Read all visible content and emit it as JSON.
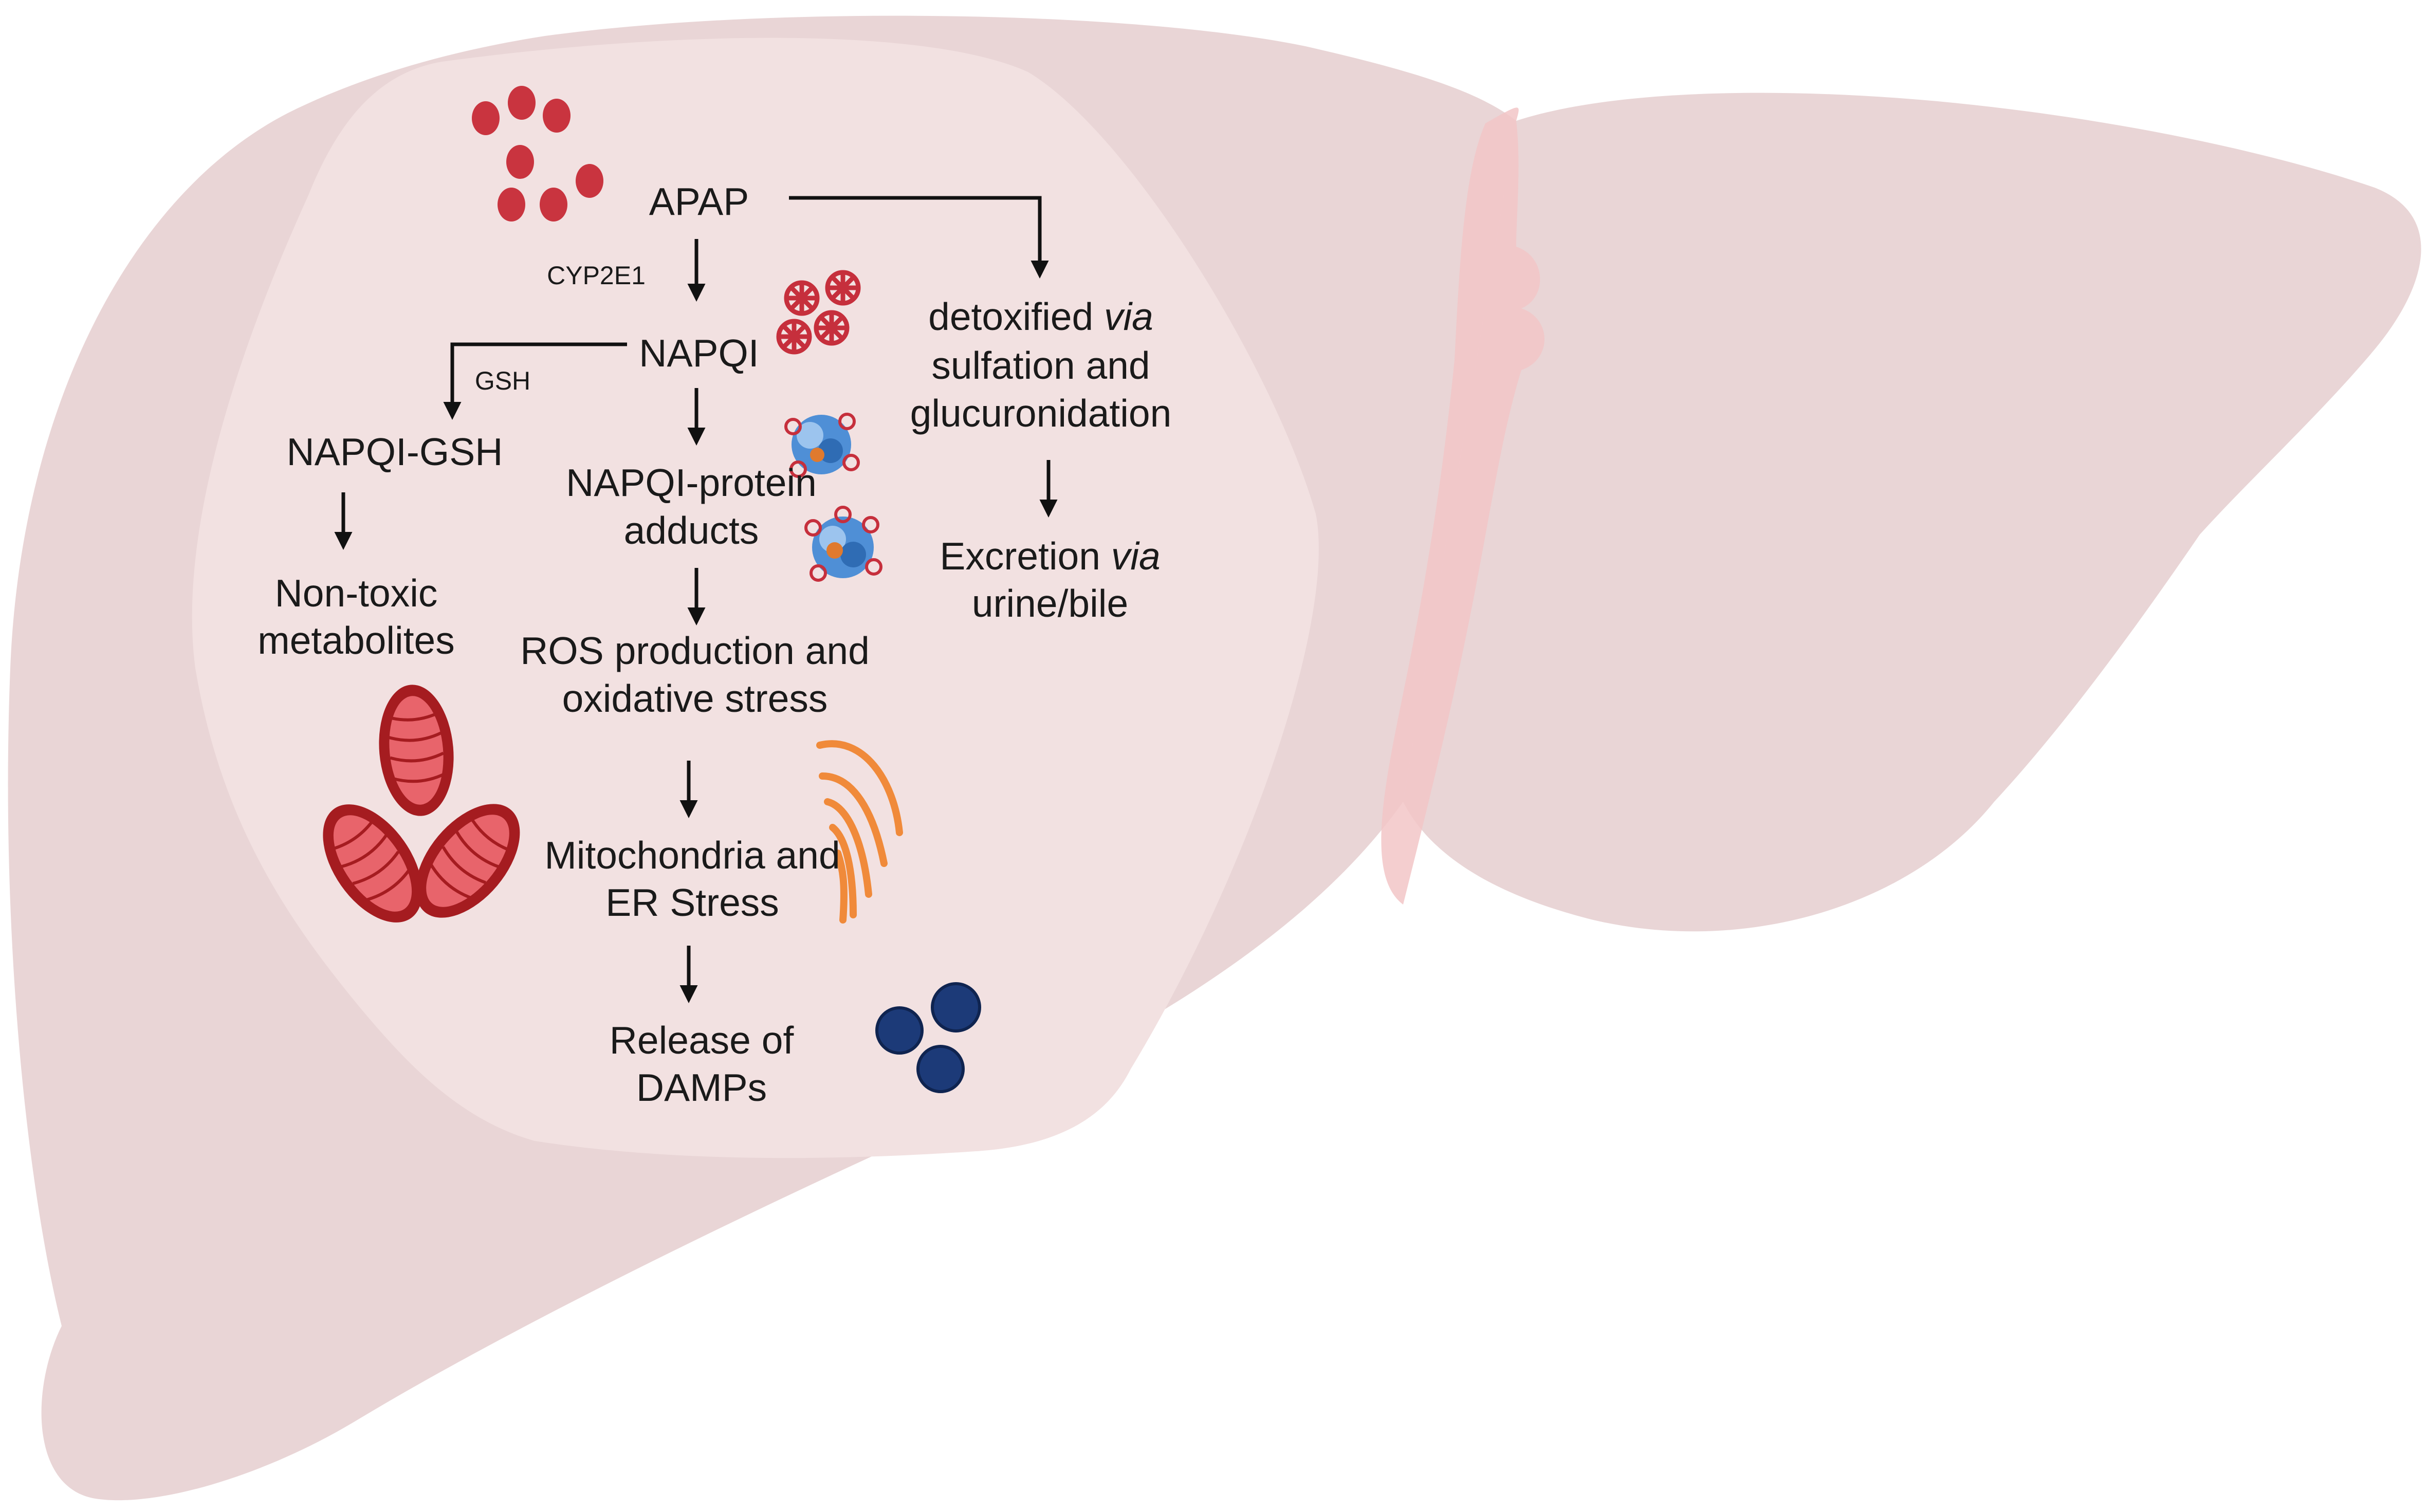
{
  "colors": {
    "liver_outer": "#e9d5d6",
    "liver_inner": "#f2e1e1",
    "ligament": "#f2c5c7",
    "apap_pill": "#c9343f",
    "napqi": "#c62f3c",
    "mitochondria_outer": "#a51c20",
    "mitochondria_inner": "#e8646b",
    "er": "#f08a3a",
    "damps": "#1c3a78",
    "protein_blue": "#4f8fd6",
    "protein_orange": "#e07a2e",
    "arrow": "#111111"
  },
  "icons": {
    "apap": "apap-pill-icon",
    "napqi": "napqi-molecule-icon",
    "protein_adduct": "protein-adduct-icon",
    "mitochondria": "mitochondria-icon",
    "er": "endoplasmic-reticulum-icon",
    "damps": "damps-cluster-icon"
  },
  "labels": {
    "apap": "APAP",
    "cyp2e1": "CYP2E1",
    "napqi": "NAPQI",
    "gsh": "GSH",
    "napqi_gsh": "NAPQI-GSH",
    "nontoxic_1": "Non-toxic",
    "nontoxic_2": "metabolites",
    "adducts_1": "NAPQI-protein",
    "adducts_2": "adducts",
    "ros_1": "ROS production and",
    "ros_2": "oxidative stress",
    "mito_1": "Mitochondria and",
    "mito_2": "ER Stress",
    "damps_1": "Release of",
    "damps_2": "DAMPs",
    "detox_1a": "detoxified ",
    "detox_1b": "via",
    "detox_2": "sulfation and",
    "detox_3": "glucuronidation",
    "excretion_1a": "Excretion ",
    "excretion_1b": "via",
    "excretion_2": "urine/bile"
  }
}
